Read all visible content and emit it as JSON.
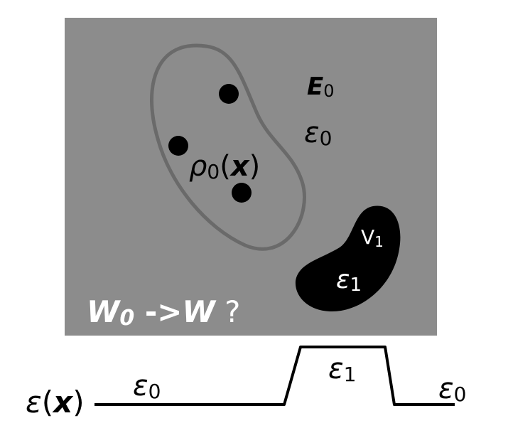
{
  "colors": {
    "background": "#ffffff",
    "panel": "#8c8c8c",
    "outline": "#6a6a6a",
    "ink": "#000000",
    "inverse_text": "#ffffff"
  },
  "labels": {
    "field_symbol": "E",
    "field_sub": "0",
    "eps0_symbol": "ε",
    "eps0_sub": "0",
    "rho_symbol": "ρ",
    "rho_sub": "0",
    "rho_open": "(",
    "rho_arg": "x",
    "rho_close": ")",
    "region_symbol": "V",
    "region_sub": "1",
    "eps1_symbol": "ε",
    "eps1_sub": "1",
    "question_w0": "W",
    "question_w0_sub": "0",
    "question_arrow": " ->",
    "question_w": "W",
    "question_mark": " ?"
  },
  "profile": {
    "axis_symbol": "ε",
    "axis_open": "(",
    "axis_arg": "x",
    "axis_close": ")",
    "left_symbol": "ε",
    "left_sub": "0",
    "mid_symbol": "ε",
    "mid_sub": "1",
    "right_symbol": "ε",
    "right_sub": "0"
  }
}
